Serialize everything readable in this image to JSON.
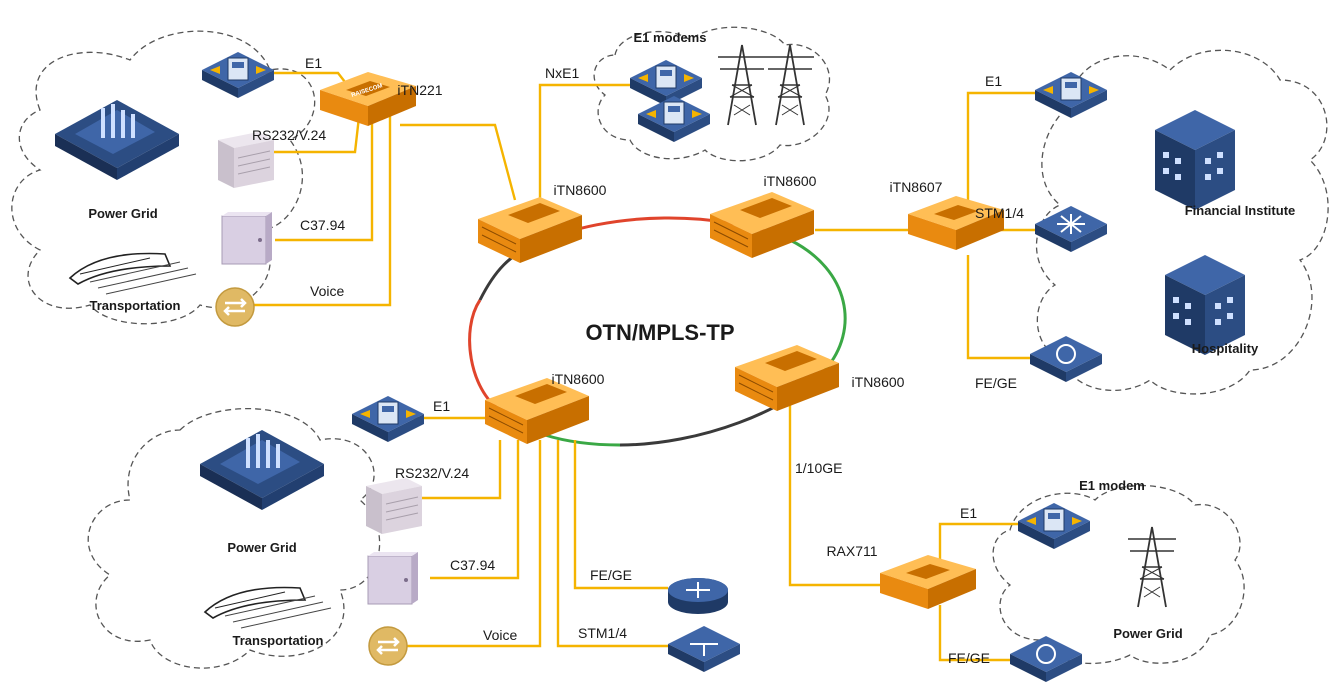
{
  "ring": {
    "label": "OTN/MPLS-TP"
  },
  "clouds": {
    "top_left": {
      "power_grid": "Power Grid",
      "transportation": "Transportation"
    },
    "bottom_left": {
      "power_grid": "Power Grid",
      "transportation": "Transportation"
    },
    "top_center": {
      "title": "E1 modems"
    },
    "right": {
      "financial": "Financial Institute",
      "hospitality": "Hospitality"
    },
    "bottom_right": {
      "title": "E1 modem",
      "power_grid": "Power Grid"
    }
  },
  "devices": {
    "itn221": "iTN221",
    "ring_top_left": "iTN8600",
    "ring_top_right": "iTN8600",
    "itn8607": "iTN8607",
    "ring_bottom_left": "iTN8600",
    "ring_bottom_right": "iTN8600",
    "rax711": "RAX711",
    "brand": "RAISECOM"
  },
  "links": {
    "tl_e1": "E1",
    "tl_rs232": "RS232/V.24",
    "tl_c3794": "C37.94",
    "tl_voice": "Voice",
    "top_nxe1": "NxE1",
    "right_e1": "E1",
    "right_stm": "STM1/4",
    "right_fege": "FE/GE",
    "bl_e1": "E1",
    "bl_rs232": "RS232/V.24",
    "bl_c3794": "C37.94",
    "bl_voice": "Voice",
    "bl_fege": "FE/GE",
    "bl_stm": "STM1/4",
    "br_10ge": "1/10GE",
    "br_e1": "E1",
    "br_fege": "FE/GE"
  },
  "colors": {
    "link": "#f5b400",
    "device_orange": "#f7a21b",
    "device_dark": "#c86f00",
    "icon_blue": "#2c4d83",
    "ring_red": "#e0442c",
    "ring_green": "#3aa845",
    "ring_dark": "#333333"
  }
}
